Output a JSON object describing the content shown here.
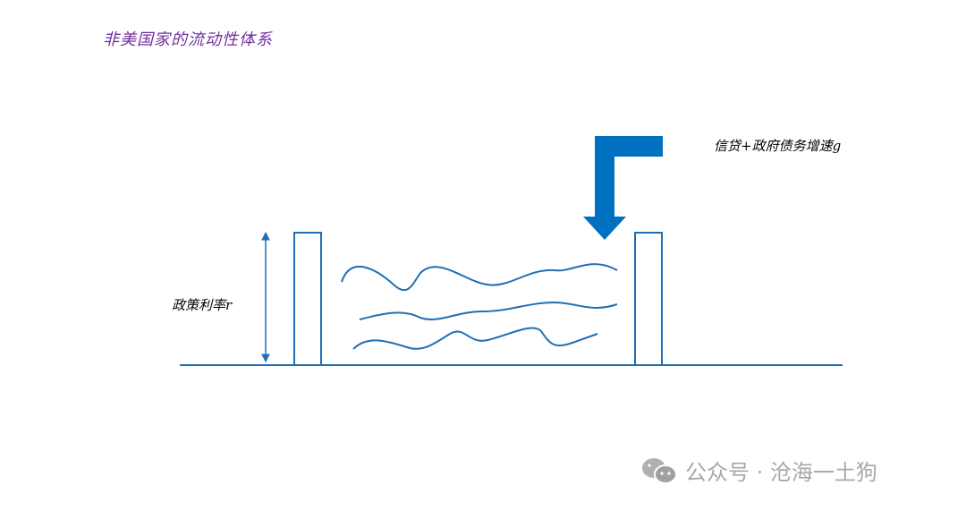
{
  "title": "非美国家的流动性体系",
  "labels": {
    "policy_rate": "政策利率r",
    "growth": "信贷+政府债务增速g"
  },
  "watermark": "公众号 · 沧海一土狗",
  "colors": {
    "line": "#1f6fb5",
    "arrow": "#0070c0",
    "title": "#7030a0"
  }
}
